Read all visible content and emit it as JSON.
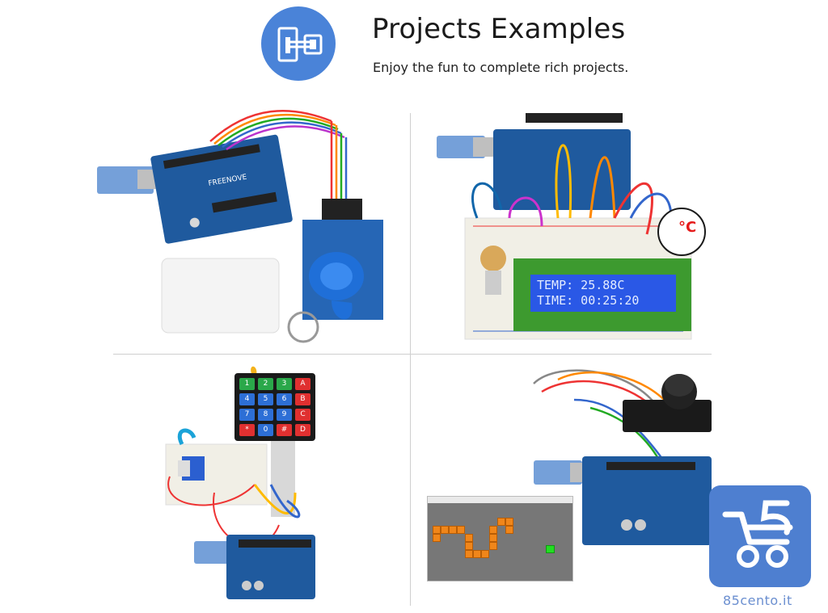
{
  "header": {
    "title": "Projects Examples",
    "subtitle": "Enjoy the fun to complete rich projects."
  },
  "lcd": {
    "line1": "TEMP: 25.88C",
    "line2": "TIME: 00:25:20"
  },
  "temp_badge": "°C",
  "board_brand": "FREENOVE",
  "keypad": {
    "keys": [
      "1",
      "2",
      "3",
      "A",
      "4",
      "5",
      "6",
      "B",
      "7",
      "8",
      "9",
      "C",
      "*",
      "0",
      "#",
      "D"
    ],
    "key_colors": [
      "#2aa84a",
      "#2aa84a",
      "#2aa84a",
      "#e03030",
      "#2d6fd6",
      "#2d6fd6",
      "#2d6fd6",
      "#e03030",
      "#2d6fd6",
      "#2d6fd6",
      "#2d6fd6",
      "#e03030",
      "#e03030",
      "#2d6fd6",
      "#e03030",
      "#e03030"
    ]
  },
  "brand": {
    "logo_icon": "cart-5-icon",
    "text": "85cento.it"
  },
  "colors": {
    "accent": "#4a83d8",
    "board": "#1f5a9e",
    "breadboard": "#f1efe6"
  }
}
